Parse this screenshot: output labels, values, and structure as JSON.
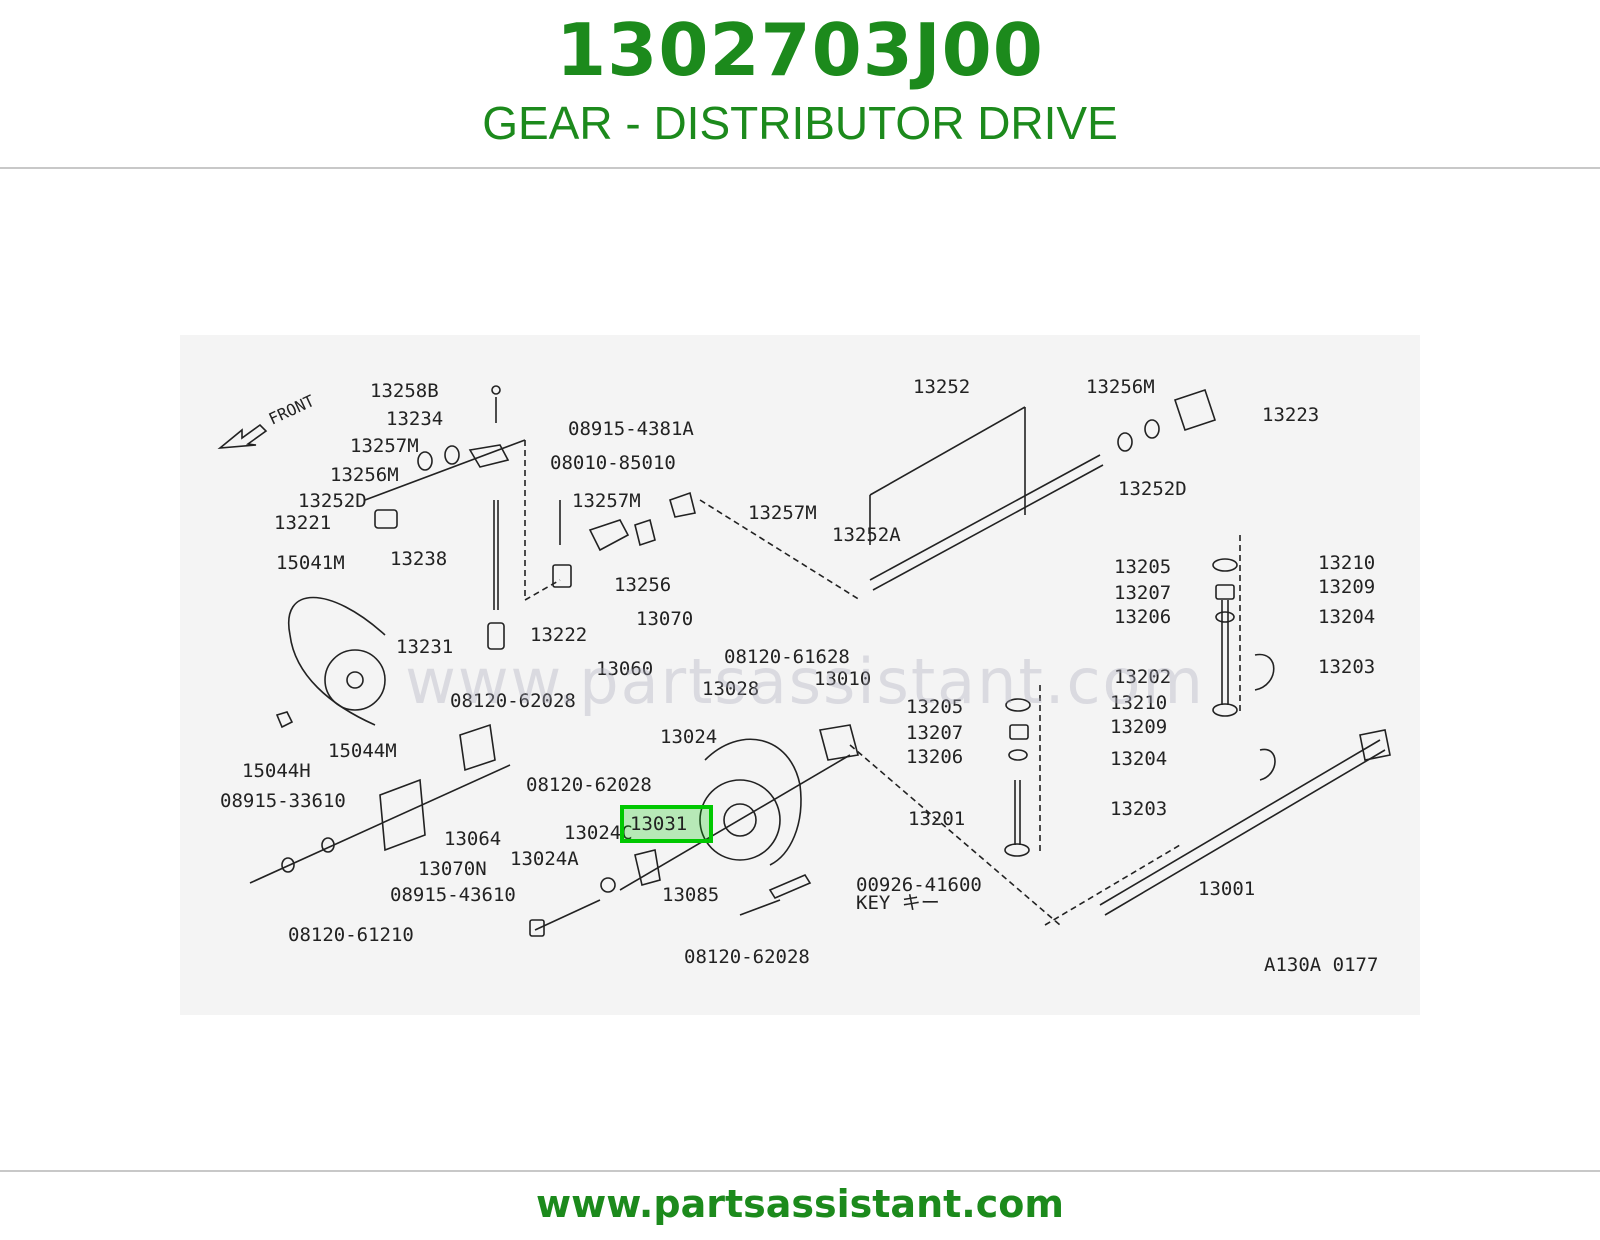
{
  "header": {
    "part_number": "1302703J00",
    "description": "GEAR - DISTRIBUTOR DRIVE"
  },
  "footer": {
    "url": "www.partsassistant.com"
  },
  "watermark": "www.partsassistant.com",
  "highlight": {
    "label": "13031"
  },
  "diagram": {
    "front_label": "FRONT",
    "code": "A130A 0177",
    "key_text": "KEY  キー",
    "labels": [
      "13258B",
      "13234",
      "13257M",
      "13256M",
      "13252D",
      "13221",
      "13238",
      "15041M",
      "13231",
      "15044H",
      "15044M",
      "08915-4381A",
      "08010-85010",
      "13257M",
      "13256",
      "13222",
      "13257M",
      "13252",
      "13256M",
      "13223",
      "13252D",
      "13252A",
      "13205",
      "13207",
      "13206",
      "13210",
      "13209",
      "13204",
      "13203",
      "13202",
      "13070",
      "08120-61628",
      "13060",
      "13028",
      "13010",
      "08120-62028",
      "13024",
      "08120-62028",
      "13064",
      "08915-33610",
      "13070N",
      "08915-43610",
      "08120-61210",
      "13024C",
      "13024A",
      "13085",
      "08120-62028",
      "13205",
      "13207",
      "13206",
      "13210",
      "13209",
      "13204",
      "13203",
      "13201",
      "00926-41600",
      "13001"
    ]
  }
}
